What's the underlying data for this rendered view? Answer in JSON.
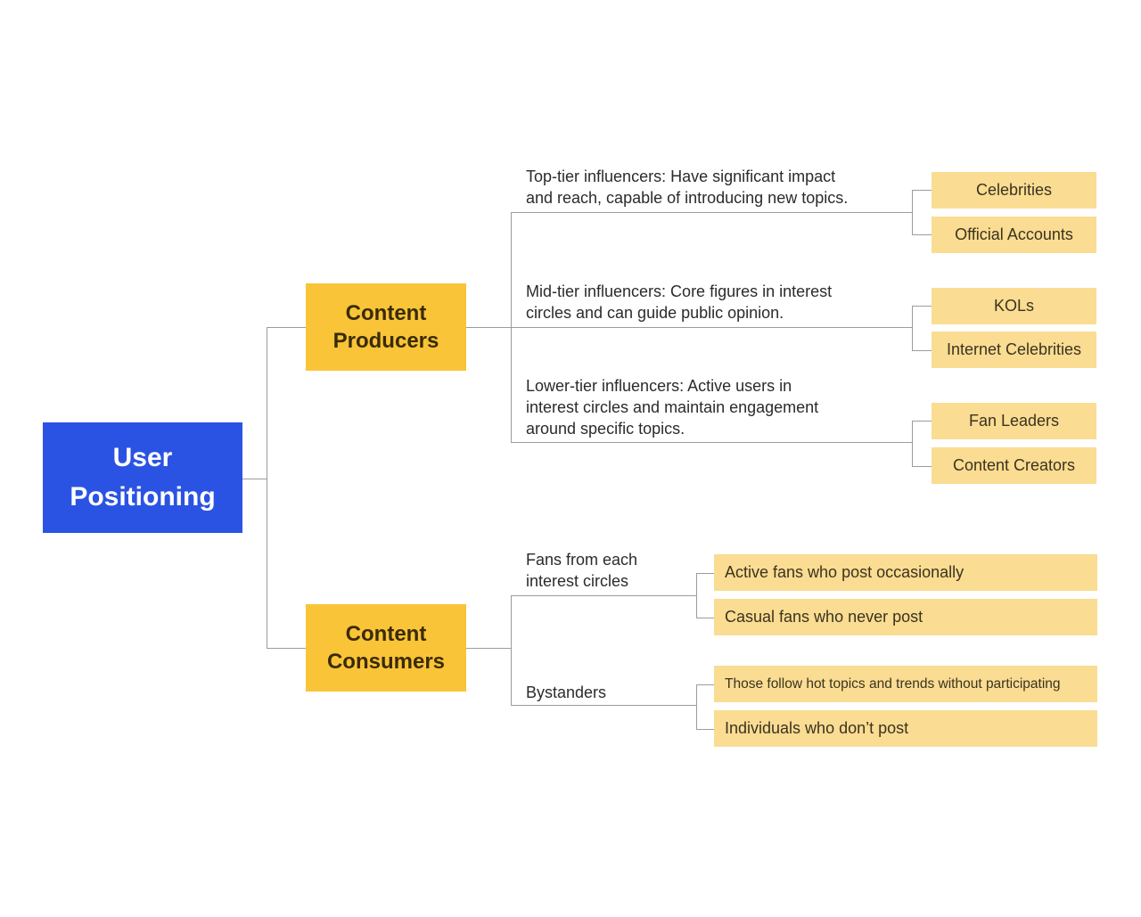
{
  "palette": {
    "root_bg": "#2B53E3",
    "root_text": "#FFFFFF",
    "branch_bg": "#F9C438",
    "branch_text": "#3A2B05",
    "leaf_bg": "#FADC92",
    "leaf_text": "#3B3320",
    "desc_text": "#2B2B2B",
    "line": "#9C9C9C",
    "canvas_bg": "#FFFFFF"
  },
  "root": {
    "label": "User Positioning"
  },
  "branches": {
    "producers": {
      "label": "Content Producers",
      "groups": [
        {
          "desc_lines": [
            "Top-tier influencers: Have significant impact",
            "and reach, capable of introducing new topics."
          ],
          "children": [
            "Celebrities",
            "Official Accounts"
          ]
        },
        {
          "desc_lines": [
            "Mid-tier influencers: Core figures in interest",
            "circles and can guide public opinion."
          ],
          "children": [
            "KOLs",
            "Internet Celebrities"
          ]
        },
        {
          "desc_lines": [
            "Lower-tier influencers: Active users in",
            "interest circles and maintain engagement",
            "around specific topics."
          ],
          "children": [
            "Fan Leaders",
            "Content Creators"
          ]
        }
      ]
    },
    "consumers": {
      "label": "Content Consumers",
      "groups": [
        {
          "desc_lines": [
            "Fans from each",
            "interest circles"
          ],
          "children": [
            "Active fans who post occasionally",
            "Casual fans who never post"
          ]
        },
        {
          "desc_lines": [
            "Bystanders"
          ],
          "children": [
            "Those follow hot topics and trends without participating",
            "Individuals who don’t post"
          ]
        }
      ]
    }
  }
}
